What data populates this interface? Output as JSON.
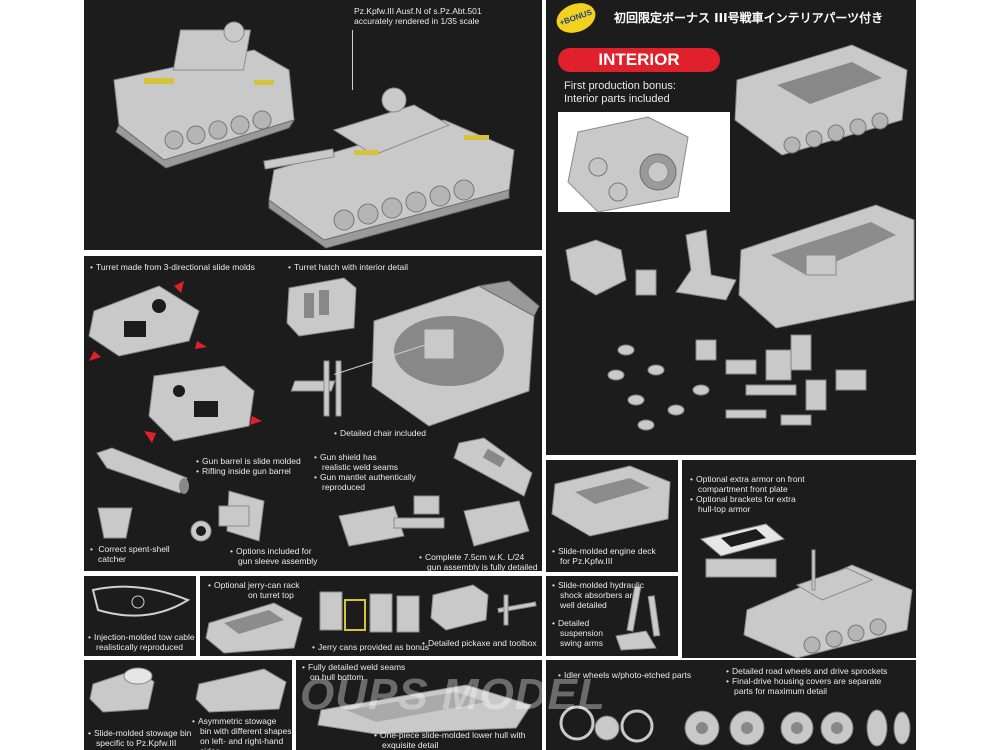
{
  "header": {
    "bonus_badge": "+BONUS",
    "japanese_title": "初回限定ボーナス III号戦車インテリアパーツ付き",
    "interior_tag": "INTERIOR",
    "interior_caption": [
      "First production bonus:",
      "Interior parts included"
    ]
  },
  "hero": {
    "caption": [
      "Pz.Kpfw.III Ausf.N of s.Pz.Abt.501",
      "accurately rendered in 1/35 scale"
    ]
  },
  "turret_panel": {
    "turret_molds": "Turret made from 3-directional slide molds",
    "turret_hatch": "Turret hatch with interior detail",
    "chair": "Detailed chair included"
  },
  "gun_panel": {
    "barrel": [
      "Gun barrel is slide molded",
      "Rifling inside gun barrel"
    ],
    "shield": [
      "Gun shield has",
      "realistic weld seams",
      "Gun mantlet authentically",
      "reproduced"
    ],
    "catcher": [
      "Correct spent-shell",
      "catcher"
    ],
    "sleeve": [
      "Options included for",
      "gun sleeve assembly"
    ],
    "complete": [
      "Complete 7.5cm w.K. L/24",
      "gun assembly is fully detailed"
    ]
  },
  "engine_panel": {
    "deck": [
      "Slide-molded engine deck",
      "for Pz.Kpfw.III"
    ]
  },
  "armor_panel": {
    "extra_armor": [
      "Optional extra armor on front",
      "compartment front plate"
    ],
    "brackets": [
      "Optional brackets for extra",
      "hull-top armor"
    ]
  },
  "tow_panel": {
    "cable": [
      "Injection-molded tow cable",
      "realistically reproduced"
    ]
  },
  "jerry_panel": {
    "rack": [
      "Optional jerry-can rack",
      "on turret top"
    ],
    "cans": "Jerry cans provided as bonus",
    "tools": "Detailed pickaxe and toolbox"
  },
  "suspension_panel": {
    "shocks": [
      "Slide-molded hydraulic",
      "shock absorbers are",
      "well detailed"
    ],
    "arms": [
      "Detailed",
      "suspension",
      "swing arms"
    ]
  },
  "stowage_panel": {
    "bin": [
      "Slide-molded stowage bin",
      "specific to Pz.Kpfw.III"
    ],
    "asym": [
      "Asymmetric stowage",
      "bin with different shapes",
      "on left- and right-hand",
      "sides"
    ]
  },
  "hull_panel": {
    "weld": [
      "Fully detailed weld seams",
      "on hull bottom"
    ],
    "lower": [
      "One-piece slide-molded lower hull with",
      "exquisite detail"
    ]
  },
  "wheels_panel": {
    "idler": "Idler wheels w/photo-etched parts",
    "road": [
      "Detailed road wheels and drive sprockets",
      "Final-drive housing covers are separate",
      "parts for maximum detail"
    ]
  },
  "watermark": "OUPS MODEL",
  "colors": {
    "panel": "#1c1c1c",
    "accent_red": "#e0202a",
    "badge_yellow": "#f2d21c",
    "badge_blue": "#1c3d8f",
    "part_gray": "#c9c9c9"
  }
}
